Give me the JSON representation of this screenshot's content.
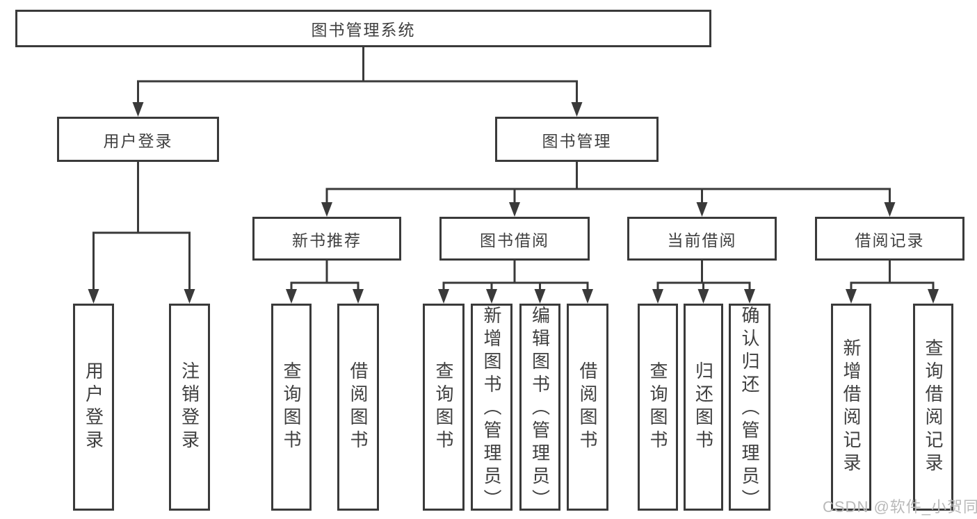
{
  "diagram": {
    "title": "图书管理系统",
    "branches": {
      "user_login": {
        "label": "用户登录",
        "children": [
          "用户登录",
          "注销登录"
        ]
      },
      "book_mgmt": {
        "label": "图书管理",
        "groups": {
          "new_books": {
            "label": "新书推荐",
            "children": [
              "查询图书",
              "借阅图书"
            ]
          },
          "book_borrow": {
            "label": "图书借阅",
            "children": [
              "查询图书",
              "新增图书（管理员）",
              "编辑图书（管理员）",
              "借阅图书"
            ]
          },
          "current_borrow": {
            "label": "当前借阅",
            "children": [
              "查询图书",
              "归还图书",
              "确认归还（管理员）"
            ]
          },
          "borrow_records": {
            "label": "借阅记录",
            "children": [
              "新增借阅记录",
              "查询借阅记录"
            ]
          }
        }
      }
    }
  },
  "watermark": {
    "text": "CSDN @软件_小贺同学"
  },
  "colors": {
    "line": "#3a3a3a",
    "text": "#3f3f3f",
    "background": "#ffffff",
    "watermark": "#b9b9b9"
  }
}
